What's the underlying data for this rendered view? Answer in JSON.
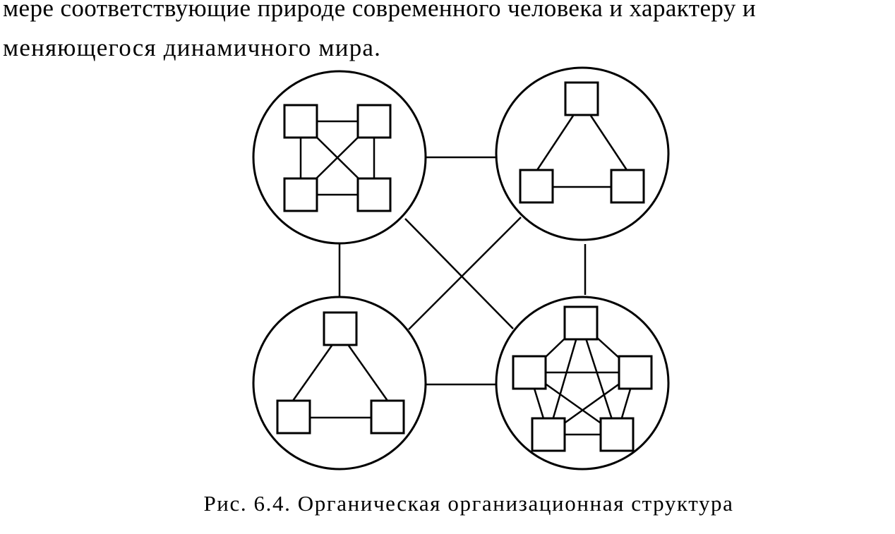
{
  "text": {
    "line1": "мере соответствующие природе современного человека и характеру и",
    "line2": "меняющегося динамичного мира."
  },
  "figure": {
    "caption": "Рис. 6.4. Органическая организационная структура"
  }
}
